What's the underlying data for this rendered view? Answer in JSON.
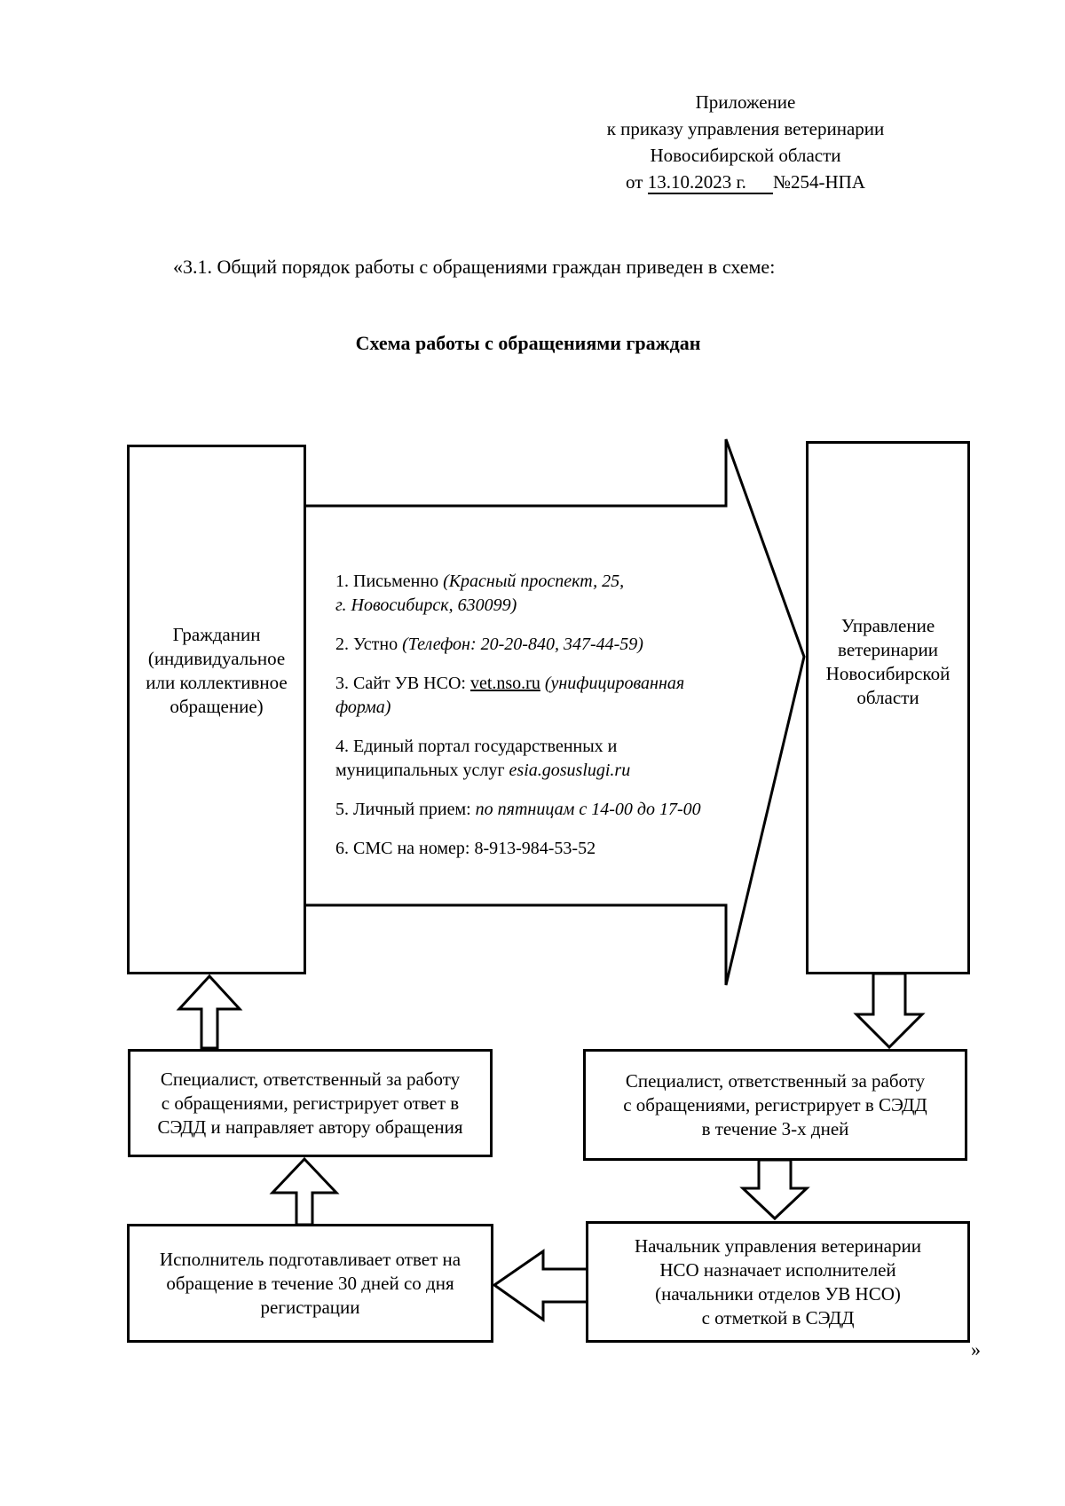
{
  "header": {
    "line1": "Приложение",
    "line2": "к приказу управления ветеринарии",
    "line3": "Новосибирской области",
    "line4_prefix": "от ",
    "line4_date": "13.10.2023 г.",
    "line4_number": "№254-НПА"
  },
  "intro": {
    "paragraph": "«3.1. Общий порядок работы с обращениями граждан приведен в схеме:"
  },
  "chart_title": "Схема работы с обращениями граждан",
  "flow": {
    "citizen": {
      "lines": [
        "Гражданин",
        "(индивидуальное",
        "или коллективное",
        "обращение)"
      ]
    },
    "authority": {
      "lines": [
        "Управление",
        "ветеринарии",
        "Новосибирской",
        "области"
      ]
    },
    "channels": {
      "c1": {
        "t": "1. Письменно ",
        "i1": "(Красный проспект, 25,",
        "i2": "г. Новосибирск, 630099)"
      },
      "c2": {
        "t": "2. Устно ",
        "i1": "(Телефон: 20-20-840, 347-44-59)"
      },
      "c3": {
        "t": "3. Сайт УВ НСО: ",
        "u": "vet.nso.ru",
        "i1": " (унифицированная",
        "i2": "форма)"
      },
      "c4": {
        "t": "4. Единый портал государственных и",
        "t2": "муниципальных услуг ",
        "i1": "esia.gosuslugi.ru"
      },
      "c5": {
        "t": "5. Личный прием: ",
        "i1": "по пятницам с 14-00 до 17-00"
      },
      "c6": {
        "t": "6. СМС на номер: 8-913-984-53-52"
      }
    },
    "response_box": {
      "lines": [
        "Специалист, ответственный за работу",
        "с обращениями, регистрирует ответ в",
        "СЭДД и направляет автору обращения"
      ]
    },
    "register_box": {
      "lines": [
        "Специалист, ответственный за работу",
        "с обращениями, регистрирует в СЭДД",
        "в течение 3-х дней"
      ]
    },
    "executor_box": {
      "lines": [
        "Исполнитель подготавливает ответ на",
        "обращение в течение 30 дней со дня",
        "регистрации"
      ]
    },
    "chief_box": {
      "lines": [
        "Начальник управления ветеринарии",
        "НСО назначает исполнителей",
        "(начальники отделов УВ НСО)",
        "с отметкой в СЭДД"
      ]
    },
    "closing_quote": "»"
  }
}
